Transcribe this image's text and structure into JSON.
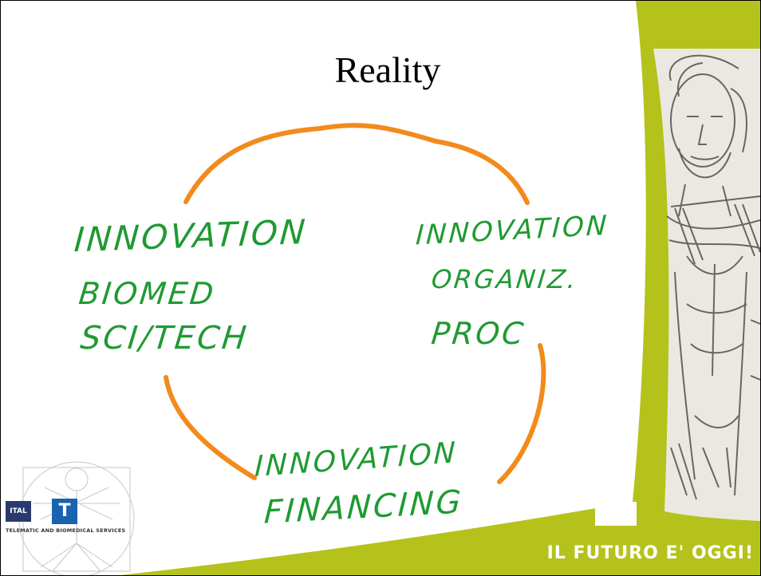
{
  "slide": {
    "title": "Reality",
    "nodes": {
      "left": [
        "INNOVATION",
        "BIOMED",
        "SCI/TECH"
      ],
      "right": [
        "INNOVATION",
        "ORGANIZ.",
        "PROC"
      ],
      "bottom": [
        "INNOVATION",
        "FINANCING"
      ]
    },
    "arrow_color": "#f28a1c",
    "handwriting_color": "#1f9a32"
  },
  "footer": {
    "tagline": "IL FUTURO E' OGGI!",
    "accent_color": "#b5c21b"
  },
  "logo": {
    "box_left": "ITAL",
    "box_right": "T",
    "caption": "TELEMATIC AND BIOMEDICAL SERVICES"
  }
}
